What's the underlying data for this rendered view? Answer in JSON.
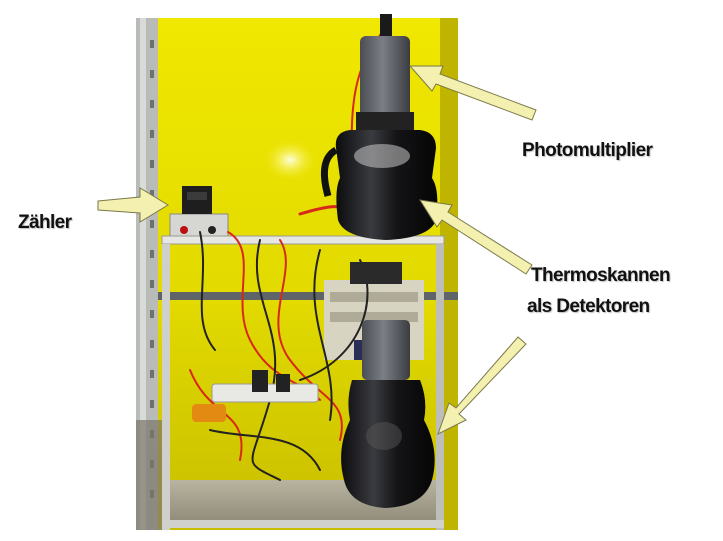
{
  "annotations": {
    "counter_label": "Zähler",
    "photomultiplier_label": "Photomultiplier",
    "detectors_label_line1": "Thermoskannen",
    "detectors_label_line2": "als Detektoren"
  },
  "colors": {
    "background_wall": "#e8e000",
    "arrow_fill": "#f3f0b0",
    "arrow_stroke": "#7a7a4a",
    "frame_aluminium": "#c9c9c6",
    "detector_body": "#1a1a1a",
    "cable_red": "#d8281c"
  }
}
